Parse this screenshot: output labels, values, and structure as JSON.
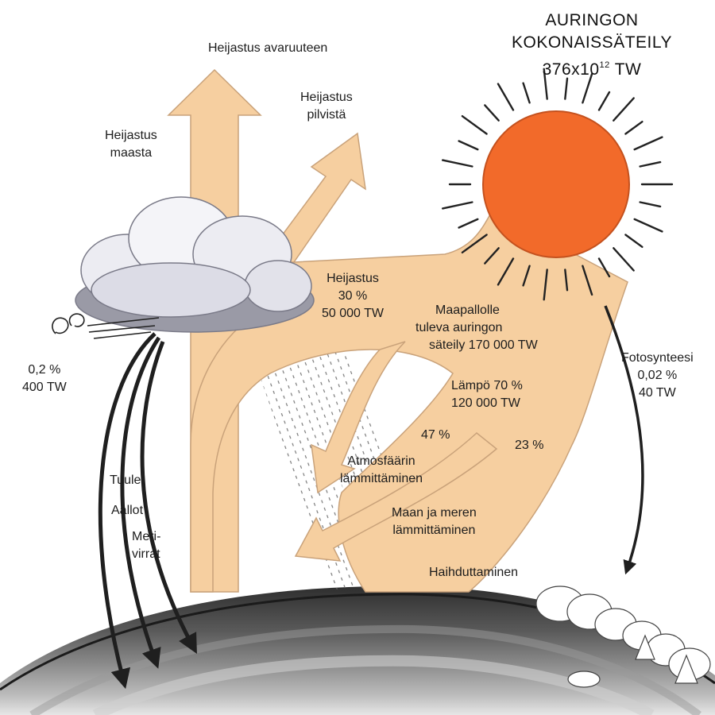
{
  "title": {
    "line1": "AURINGON",
    "line2": "KOKONAISSÄTEILY",
    "amount_base": "376x10",
    "amount_exp": "12",
    "amount_unit": " TW"
  },
  "labels": {
    "reflection_space": "Heijastus avaruuteen",
    "reflection_clouds": [
      "Heijastus",
      "pilvistä"
    ],
    "reflection_ground": [
      "Heijastus",
      "maasta"
    ],
    "reflection_total": [
      "Heijastus",
      "30 %",
      "50 000 TW"
    ],
    "incoming": [
      "Maapallolle",
      "tuleva auringon",
      "säteily 170 000 TW"
    ],
    "heat": [
      "Lämpö 70 %",
      "120 000 TW"
    ],
    "pct_47": "47 %",
    "pct_23": "23 %",
    "atmosphere_heating": [
      "Atmosfäärin",
      "lämmittäminen"
    ],
    "land_sea_heating": [
      "Maan ja meren",
      "lämmittäminen"
    ],
    "evaporation": "Haihduttaminen",
    "photosynthesis": [
      "Fotosynteesi",
      "0,02 %",
      "40 TW"
    ],
    "winds_share": [
      "0,2 %",
      "400 TW"
    ],
    "winds": "Tuulet",
    "waves": "Aallot",
    "currents": [
      "Meri-",
      "virrat"
    ]
  },
  "colors": {
    "sun": "#f26a2a",
    "flow": "#f6cfa0",
    "flow_outline": "#c9a27a",
    "cloud": "#e8e8ef",
    "earth_dark": "#3a3a3a",
    "arrow": "#222222"
  }
}
